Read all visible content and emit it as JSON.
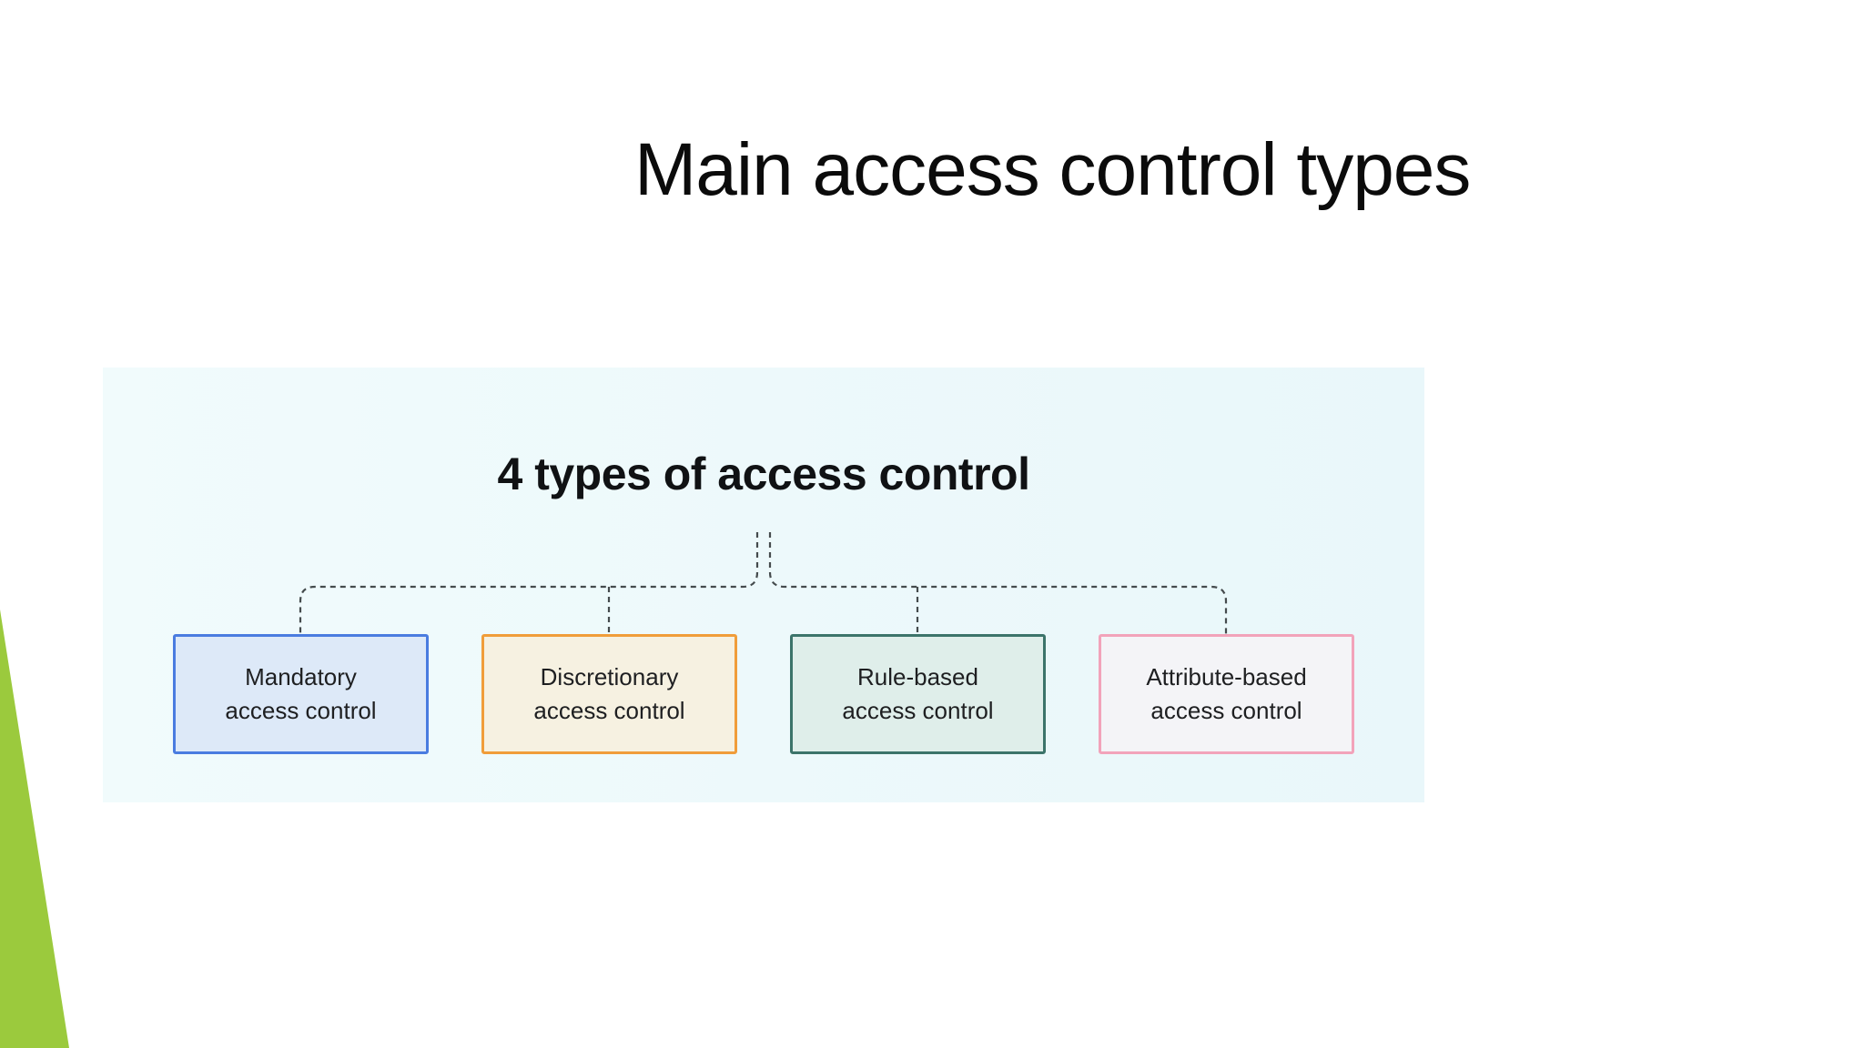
{
  "slide": {
    "title": "Main access control types",
    "accent_color": "#9bca3d",
    "background_color": "#ffffff"
  },
  "diagram": {
    "heading": "4 types of access control",
    "panel_color": "#ecf9fb",
    "connector_color": "#454b4d",
    "nodes": [
      {
        "line1": "Mandatory",
        "line2": "access control",
        "border": "#4a7ce0",
        "fill": "#dde9f8"
      },
      {
        "line1": "Discretionary",
        "line2": "access control",
        "border": "#f09d3a",
        "fill": "#f6f1e1"
      },
      {
        "line1": "Rule-based",
        "line2": "access control",
        "border": "#3c746a",
        "fill": "#dfeeea"
      },
      {
        "line1": "Attribute-based",
        "line2": "access control",
        "border": "#f2a3ba",
        "fill": "#f4f4f7"
      }
    ]
  }
}
